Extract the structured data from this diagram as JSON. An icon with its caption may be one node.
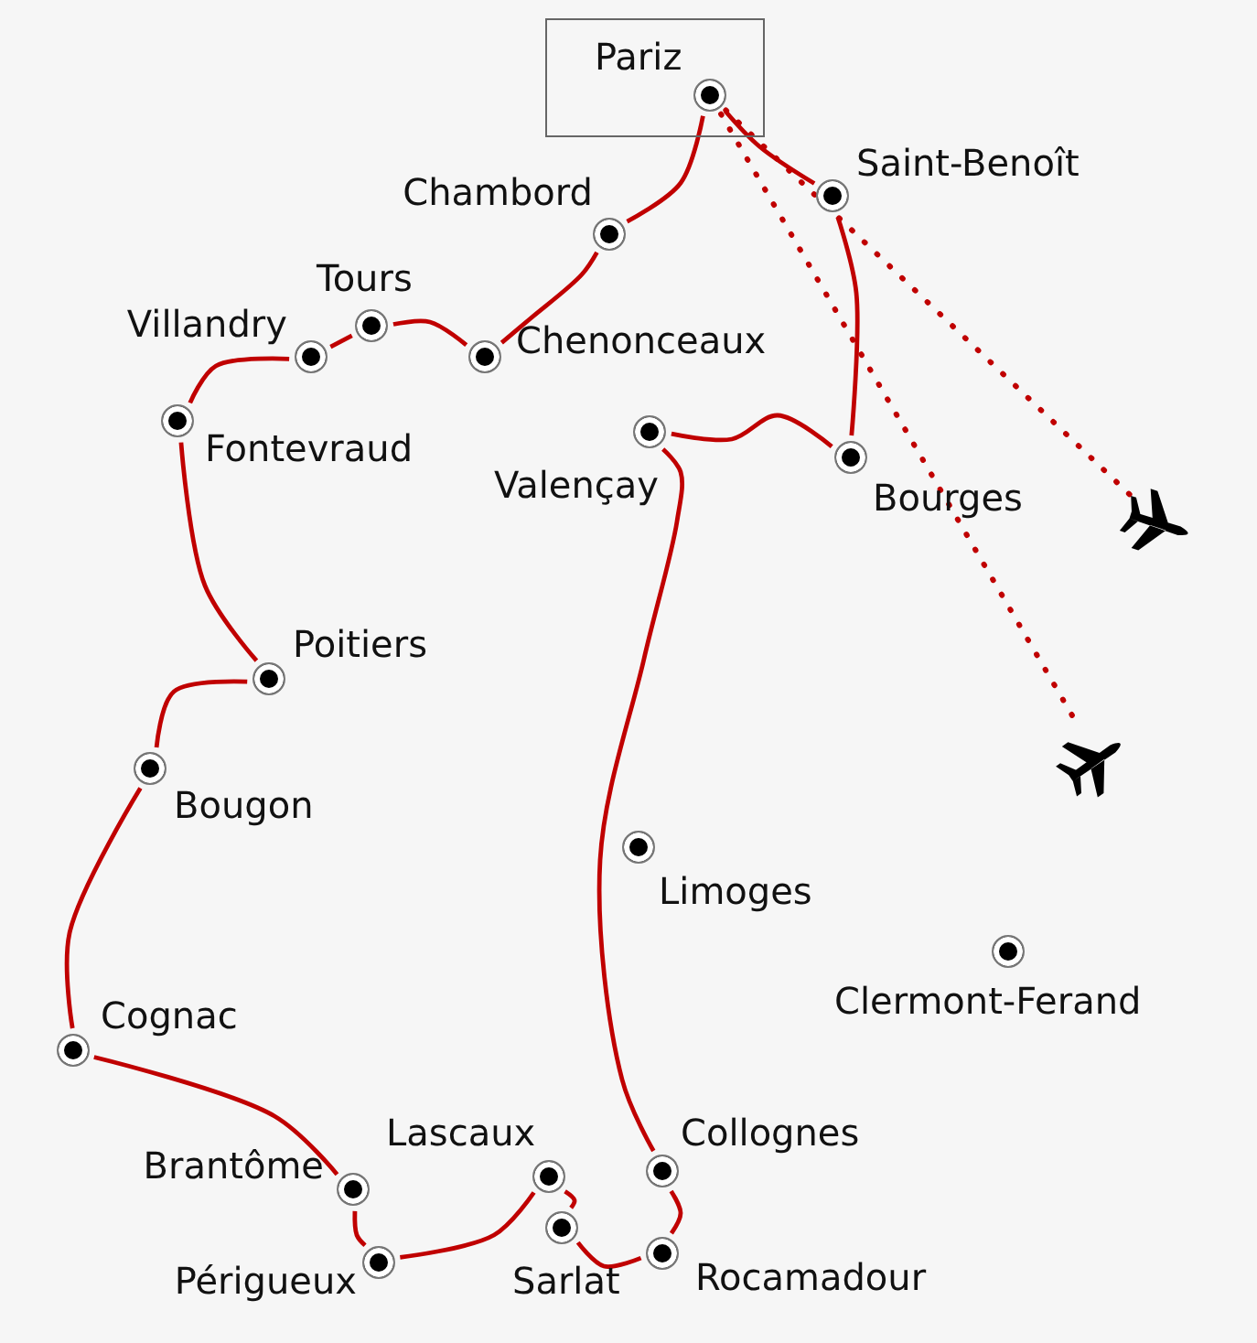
{
  "diagram": {
    "nodes": [
      {
        "text": [
          "Pariz"
        ]
      },
      {
        "text": [],
        "shape": "circle",
        "in": 0
      },
      {
        "text": [],
        "shape": "circle",
        "beside": [
          "Chambord"
        ]
      },
      {
        "text": [],
        "shape": "circle",
        "beside": [
          "Saint-Benoît"
        ]
      },
      {
        "text": [],
        "shape": "circle",
        "beside": [
          "Tours"
        ]
      },
      {
        "text": [],
        "shape": "circle",
        "beside": [
          "Villandry"
        ]
      },
      {
        "text": [],
        "shape": "circle",
        "beside": [
          "Chenonceaux"
        ]
      },
      {
        "text": [],
        "shape": "circle",
        "beside": [
          "Fontevraud"
        ]
      },
      {
        "text": [],
        "shape": "circle",
        "beside": [
          "Valençay"
        ]
      },
      {
        "text": [],
        "shape": "circle",
        "beside": [
          "Bourges"
        ]
      },
      {
        "text": [],
        "shape": "picture"
      },
      {
        "text": [],
        "shape": "circle",
        "beside": [
          "Poitiers"
        ]
      },
      {
        "text": [],
        "shape": "circle",
        "beside": [
          "Bougon"
        ]
      },
      {
        "text": [],
        "shape": "picture"
      },
      {
        "text": [],
        "shape": "circle",
        "beside": [
          "Limoges"
        ]
      },
      {
        "text": [],
        "shape": "circle",
        "beside": [
          "Clermont-Ferand"
        ]
      },
      {
        "text": [],
        "shape": "circle",
        "beside": [
          "Cognac"
        ]
      },
      {
        "text": [],
        "shape": "circle",
        "beside": [
          "Collognes"
        ]
      },
      {
        "text": [],
        "shape": "circle",
        "beside": [
          "Lascaux"
        ]
      },
      {
        "text": [],
        "shape": "circle",
        "beside": [
          "Brantôme"
        ]
      },
      {
        "text": [],
        "shape": "circle",
        "beside": [
          "Sarlat"
        ]
      },
      {
        "text": [],
        "shape": "circle",
        "beside": [
          "Rocamadour"
        ]
      },
      {
        "text": [],
        "shape": "circle",
        "beside": [
          "Périgueux"
        ]
      }
    ],
    "edges": [
      {
        "from": 1,
        "to": 2,
        "arrow": "none"
      },
      {
        "from": 2,
        "to": 6,
        "arrow": "none"
      },
      {
        "from": 6,
        "to": 4,
        "arrow": "none"
      },
      {
        "from": 4,
        "to": 5,
        "arrow": "none"
      },
      {
        "from": 5,
        "to": 7,
        "arrow": "none"
      },
      {
        "from": 7,
        "to": 11,
        "arrow": "none"
      },
      {
        "from": 11,
        "to": 12,
        "arrow": "none"
      },
      {
        "from": 12,
        "to": 16,
        "arrow": "none"
      },
      {
        "from": 16,
        "to": 19,
        "arrow": "none"
      },
      {
        "from": 19,
        "to": 22,
        "arrow": "none"
      },
      {
        "from": 22,
        "to": 18,
        "arrow": "none"
      },
      {
        "from": 18,
        "to": 20,
        "arrow": "none"
      },
      {
        "from": 20,
        "to": 21,
        "arrow": "none"
      },
      {
        "from": 21,
        "to": 17,
        "arrow": "none"
      },
      {
        "from": 17,
        "to": 8,
        "arrow": "none"
      },
      {
        "from": 8,
        "to": 9,
        "arrow": "none"
      },
      {
        "from": 9,
        "to": 3,
        "arrow": "none"
      },
      {
        "from": 3,
        "to": 1,
        "arrow": "none"
      },
      {
        "from": 1,
        "to": 10,
        "arrow": "none",
        "style": "dashed"
      },
      {
        "from": 1,
        "to": 13,
        "arrow": "none",
        "style": "dashed"
      }
    ]
  }
}
